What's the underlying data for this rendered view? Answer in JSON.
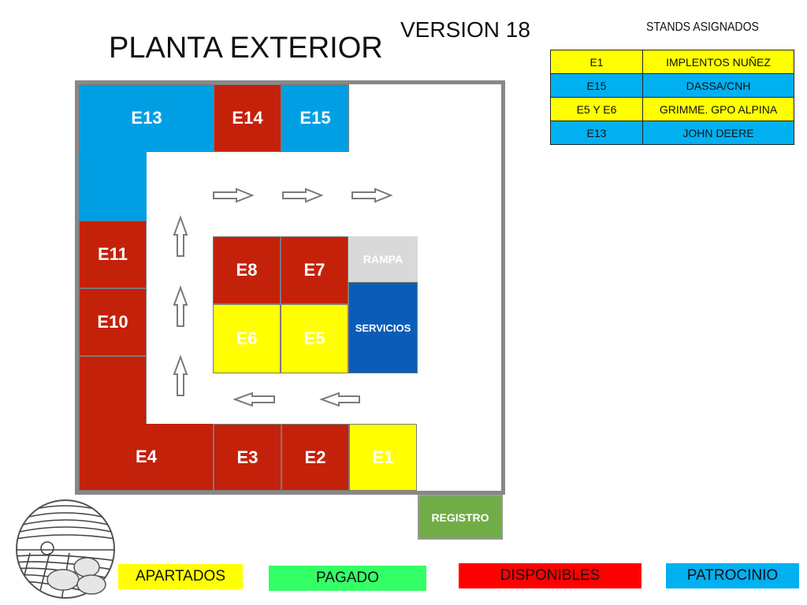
{
  "header": {
    "title": "PLANTA EXTERIOR",
    "version": "VERSION 18"
  },
  "assigned": {
    "title": "STANDS ASIGNADOS",
    "rows": [
      {
        "stand": "E1",
        "name": "IMPLENTOS NUÑEZ",
        "color": "#ffff00"
      },
      {
        "stand": "E15",
        "name": "DASSA/CNH",
        "color": "#00b0f0"
      },
      {
        "stand": "E5 Y E6",
        "name": "GRIMME. GPO ALPINA",
        "color": "#ffff00"
      },
      {
        "stand": "E13",
        "name": "JOHN DEERE",
        "color": "#00b0f0"
      }
    ]
  },
  "stands": {
    "e13": "E13",
    "e14": "E14",
    "e15": "E15",
    "e11": "E11",
    "e10": "E10",
    "e8": "E8",
    "e7": "E7",
    "e6": "E6",
    "e5": "E5",
    "e4": "E4",
    "e3": "E3",
    "e2": "E2",
    "e1": "E1",
    "rampa": "RAMPA",
    "servicios": "SERVICIOS",
    "registro": "REGISTRO"
  },
  "legend": {
    "apartados": {
      "label": "APARTADOS",
      "color": "#ffff00"
    },
    "pagado": {
      "label": "PAGADO",
      "color": "#33ff66"
    },
    "disponibles": {
      "label": "DISPONIBLES",
      "color": "#ff0000"
    },
    "patrocinio": {
      "label": "PATROCINIO",
      "color": "#00b0f0"
    }
  },
  "icons": {
    "arrow": "outline-arrow-icon",
    "logo": "farm-field-logo-icon"
  },
  "colors": {
    "assigned_red": "#c4210a",
    "sponsor_blue": "#009fe3",
    "reserved_yellow": "#ffff00",
    "services_blue": "#0b5cb8",
    "registration_green": "#70ad47",
    "ramp_grey": "#d9d9d9"
  }
}
